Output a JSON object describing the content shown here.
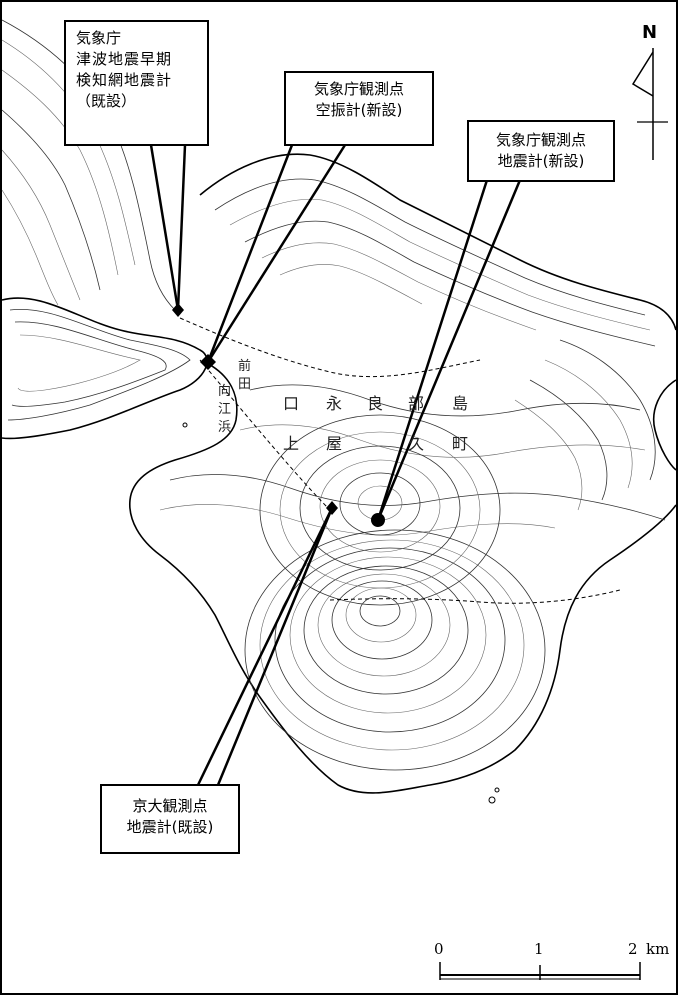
{
  "callouts": {
    "jma_tsunami": [
      "気象庁",
      "津波地震早期",
      "検知網地震計",
      "（既設）"
    ],
    "jma_infrasound": [
      "気象庁観測点",
      "空振計(新設)"
    ],
    "jma_seismo_new": [
      "気象庁観測点",
      "地震計(新設)"
    ],
    "kyoto_seismo": [
      "京大観測点",
      "地震計(既設)"
    ]
  },
  "north": {
    "label": "N"
  },
  "scale": {
    "ticks": [
      "0",
      "1",
      "2"
    ],
    "unit": "km"
  },
  "place_chars": [
    "口",
    "永",
    "良",
    "部",
    "島",
    "上",
    "屋",
    "久",
    "町",
    "前",
    "田",
    "向",
    "江",
    "浜"
  ],
  "colors": {
    "ink": "#000000",
    "paper": "#ffffff"
  }
}
